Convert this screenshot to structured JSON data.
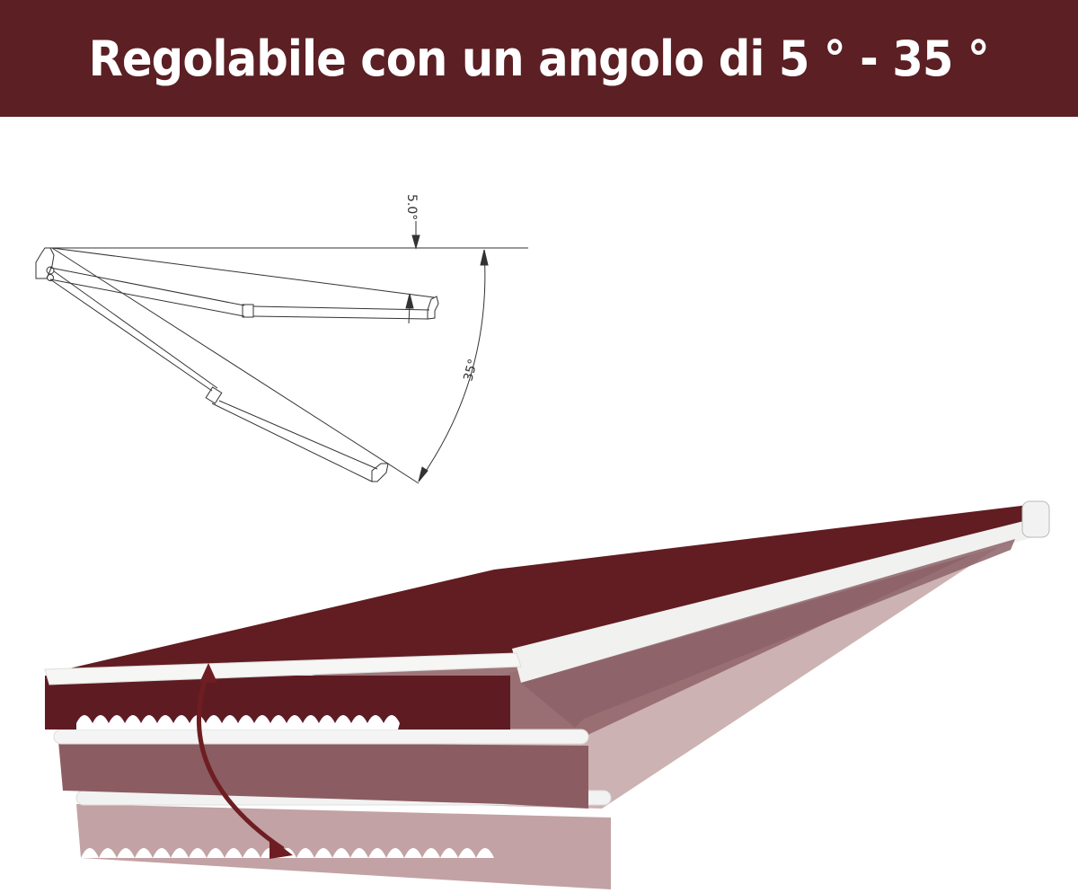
{
  "banner": {
    "title": "Regolabile con un angolo di 5 ° - 35 °",
    "background": "#5b1f24",
    "text_color": "#ffffff"
  },
  "diagram": {
    "min_angle_label": "5.0°",
    "max_angle_label": "35°",
    "line_color": "#333333"
  },
  "illustration": {
    "fabric_color": "#5e1c22",
    "faded_fabric_color": "#8a5a60",
    "light_fabric_color": "#b99597",
    "arrow_color": "#6e1e22"
  }
}
